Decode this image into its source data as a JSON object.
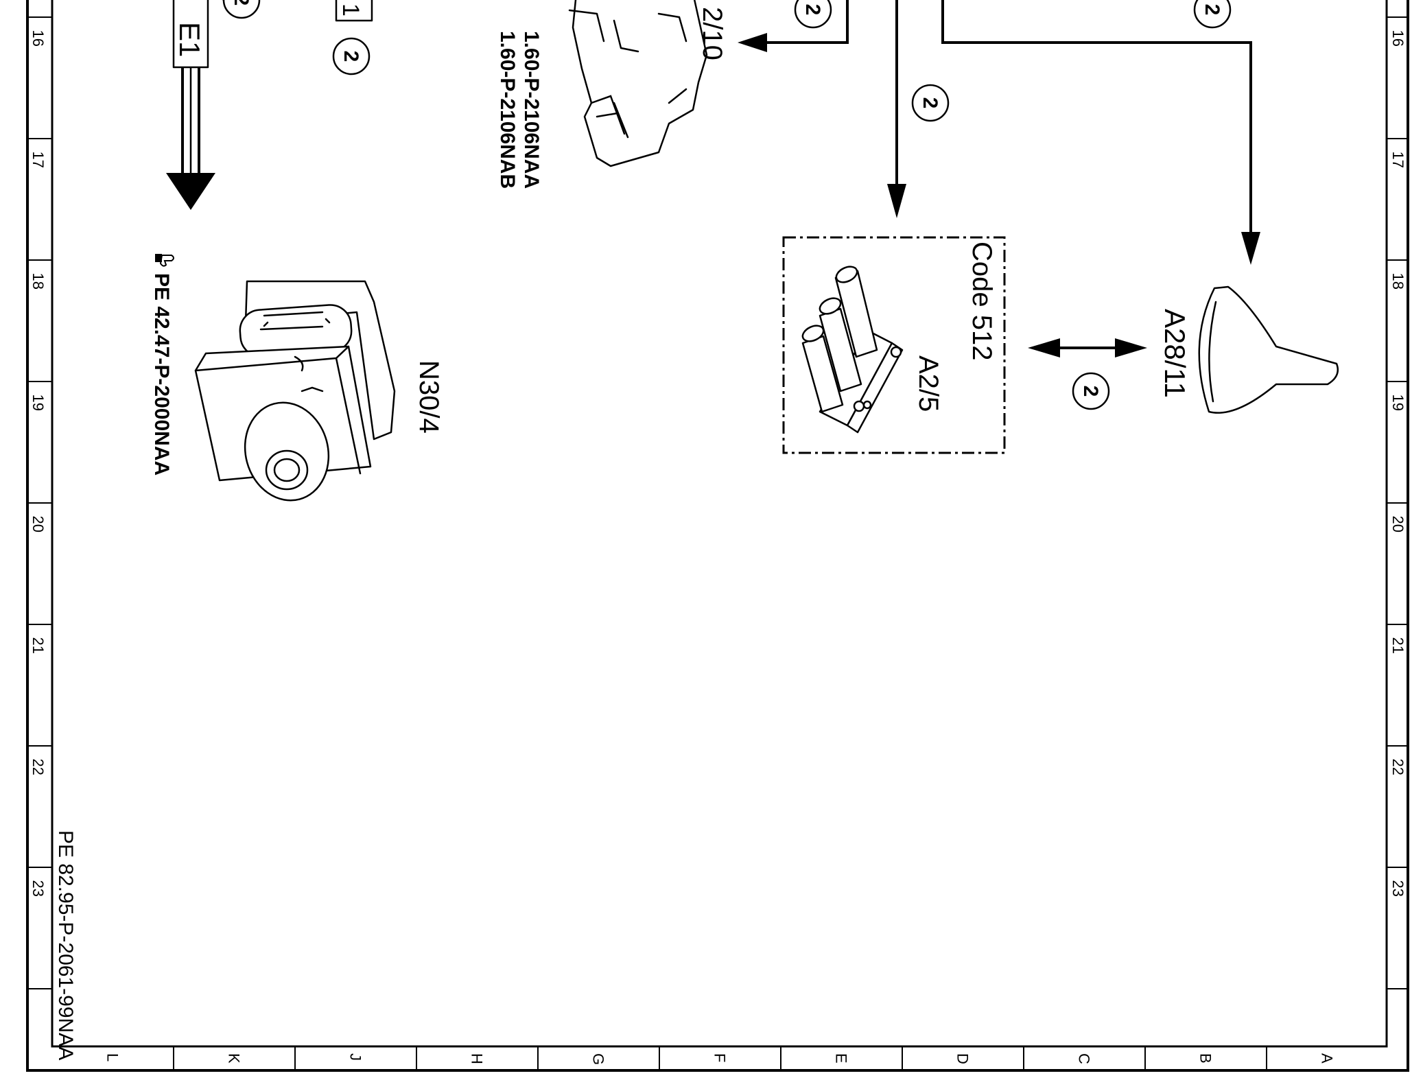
{
  "title_ref": "PE 82.95-P-2061-99NAA",
  "grid": {
    "rows": [
      "16",
      "17",
      "18",
      "19",
      "20",
      "21",
      "22",
      "23"
    ],
    "columns": [
      "L",
      "K",
      "J",
      "H",
      "G",
      "F",
      "E",
      "D",
      "C",
      "B",
      "A"
    ]
  },
  "connector_E1": "E1",
  "connector_1": "1",
  "wire_number": "2",
  "module_label_partial": "2/10",
  "module_refs": [
    "1.60-P-2106NAA",
    "1.60-P-2106NAB"
  ],
  "n30": {
    "label": "N30/4",
    "ref": "PE 42.47-P-2000NAA",
    "ref_icon": "pointing-hand-icon"
  },
  "a2": {
    "code": "Code 512",
    "label": "A2/5"
  },
  "a28": {
    "label": "A28/11"
  }
}
